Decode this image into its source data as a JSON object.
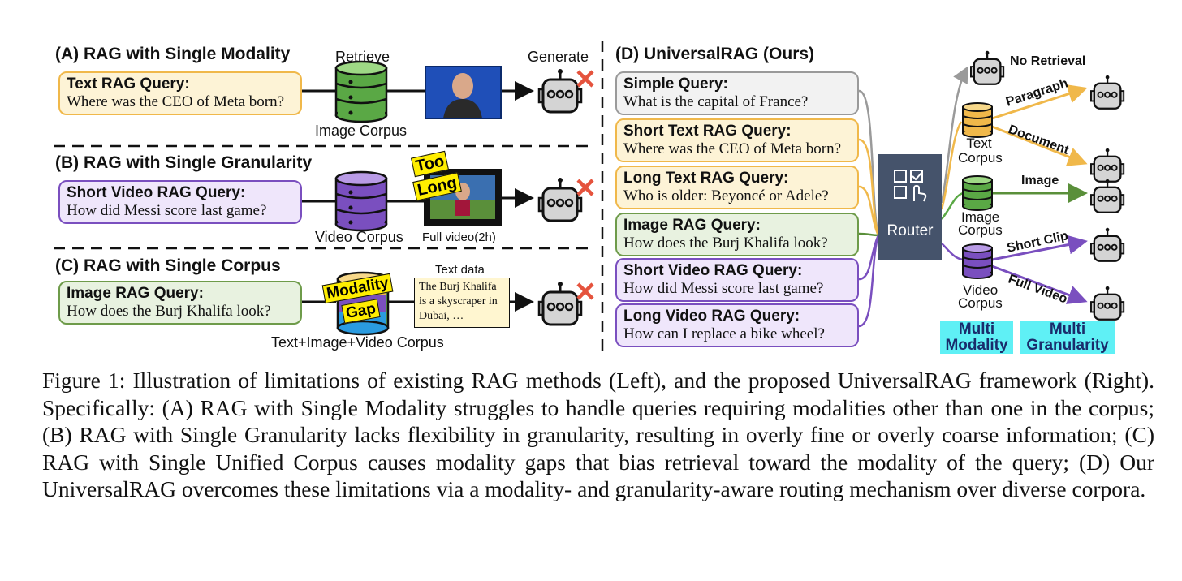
{
  "panel_a": {
    "title": "(A) RAG with Single Modality",
    "retrieve_label": "Retrieve",
    "generate_label": "Generate",
    "query_title": "Text RAG Query:",
    "query_text": "Where was the CEO of Meta born?",
    "corpus_label": "Image Corpus"
  },
  "panel_b": {
    "title": "(B) RAG with Single Granularity",
    "query_title": "Short Video RAG Query:",
    "query_text": "How did Messi score last game?",
    "corpus_label": "Video Corpus",
    "sticker_line1": "Too",
    "sticker_line2": "Long",
    "video_label": "Full video(2h)"
  },
  "panel_c": {
    "title": "(C) RAG with Single Corpus",
    "query_title": "Image RAG Query:",
    "query_text": "How does the Burj Khalifa look?",
    "sticker_line1": "Modality",
    "sticker_line2": "Gap",
    "text_data_label": "Text data",
    "note_line1": "The Burj Khalifa",
    "note_line2": "is a skyscraper in",
    "note_line3": "Dubai, …",
    "corpus_label": "Text+Image+Video Corpus"
  },
  "panel_d": {
    "title": "(D) UniversalRAG (Ours)",
    "queries": [
      {
        "title": "Simple Query:",
        "text": "What is the capital of France?",
        "color": "#9a9a9a"
      },
      {
        "title": "Short Text RAG Query:",
        "text": "Where was the CEO of Meta born?",
        "color": "#f0b84a"
      },
      {
        "title": "Long Text RAG Query:",
        "text": "Who is older: Beyoncé or Adele?",
        "color": "#f0b84a"
      },
      {
        "title": "Image RAG Query:",
        "text": "How does the Burj Khalifa look?",
        "color": "#6e9b4a"
      },
      {
        "title": "Short Video RAG Query:",
        "text": "How did Messi score last game?",
        "color": "#7a4fbf"
      },
      {
        "title": "Long Video RAG Query:",
        "text": "How can I replace a bike wheel?",
        "color": "#7a4fbf"
      }
    ],
    "router_label": "Router",
    "no_retrieval": "No Retrieval",
    "text_corpus_1": "Text",
    "text_corpus_2": "Corpus",
    "image_corpus_1": "Image",
    "image_corpus_2": "Corpus",
    "video_corpus_1": "Video",
    "video_corpus_2": "Corpus",
    "paragraph": "Paragraph",
    "document": "Document",
    "image": "Image",
    "short_clip": "Short Clip",
    "full_video": "Full Video",
    "multi_modality_1": "Multi",
    "multi_modality_2": "Modality",
    "multi_granularity_1": "Multi",
    "multi_granularity_2": "Granularity"
  },
  "colors": {
    "text": "#f0b84a",
    "image": "#5aa845",
    "video": "#7a4fbf",
    "gray": "#9a9a9a",
    "router": "#45536b",
    "error": "#e5533d",
    "highlight": "#5ff0f5",
    "sticker": "#ffee00"
  },
  "caption": "Figure 1: Illustration of limitations of existing RAG methods (Left), and the proposed UniversalRAG framework (Right). Specifically: (A) RAG with Single Modality struggles to handle queries requiring modalities other than one in the corpus; (B) RAG with Single Granularity lacks flexibility in granularity, resulting in overly fine or overly coarse information; (C) RAG with Single Unified Corpus causes modality gaps that bias retrieval toward the modality of the query; (D) Our UniversalRAG overcomes these limitations via a modality- and granularity-aware routing mechanism over diverse corpora."
}
